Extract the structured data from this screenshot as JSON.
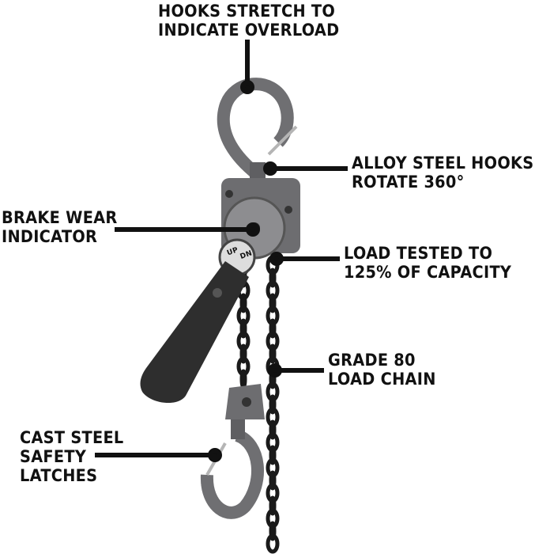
{
  "callouts": {
    "hooks_stretch": {
      "lines": [
        "HOOKS STRETCH TO",
        "INDICATE OVERLOAD"
      ]
    },
    "alloy_hooks": {
      "lines": [
        "ALLOY STEEL HOOKS",
        "ROTATE 360°"
      ]
    },
    "brake_wear": {
      "lines": [
        "BRAKE WEAR",
        "INDICATOR"
      ]
    },
    "load_tested": {
      "lines": [
        "LOAD TESTED TO",
        "125% OF CAPACITY"
      ]
    },
    "load_chain": {
      "lines": [
        "GRADE 80",
        "LOAD CHAIN"
      ]
    },
    "latches": {
      "lines": [
        "CAST STEEL",
        "SAFETY",
        "LATCHES"
      ]
    }
  },
  "product_markings": {
    "up": "UP",
    "down": "DN"
  },
  "colors": {
    "text": "#111111",
    "metal": "#7a7a7c",
    "handle": "#2a2a2a",
    "chain": "#1a1a1a"
  }
}
